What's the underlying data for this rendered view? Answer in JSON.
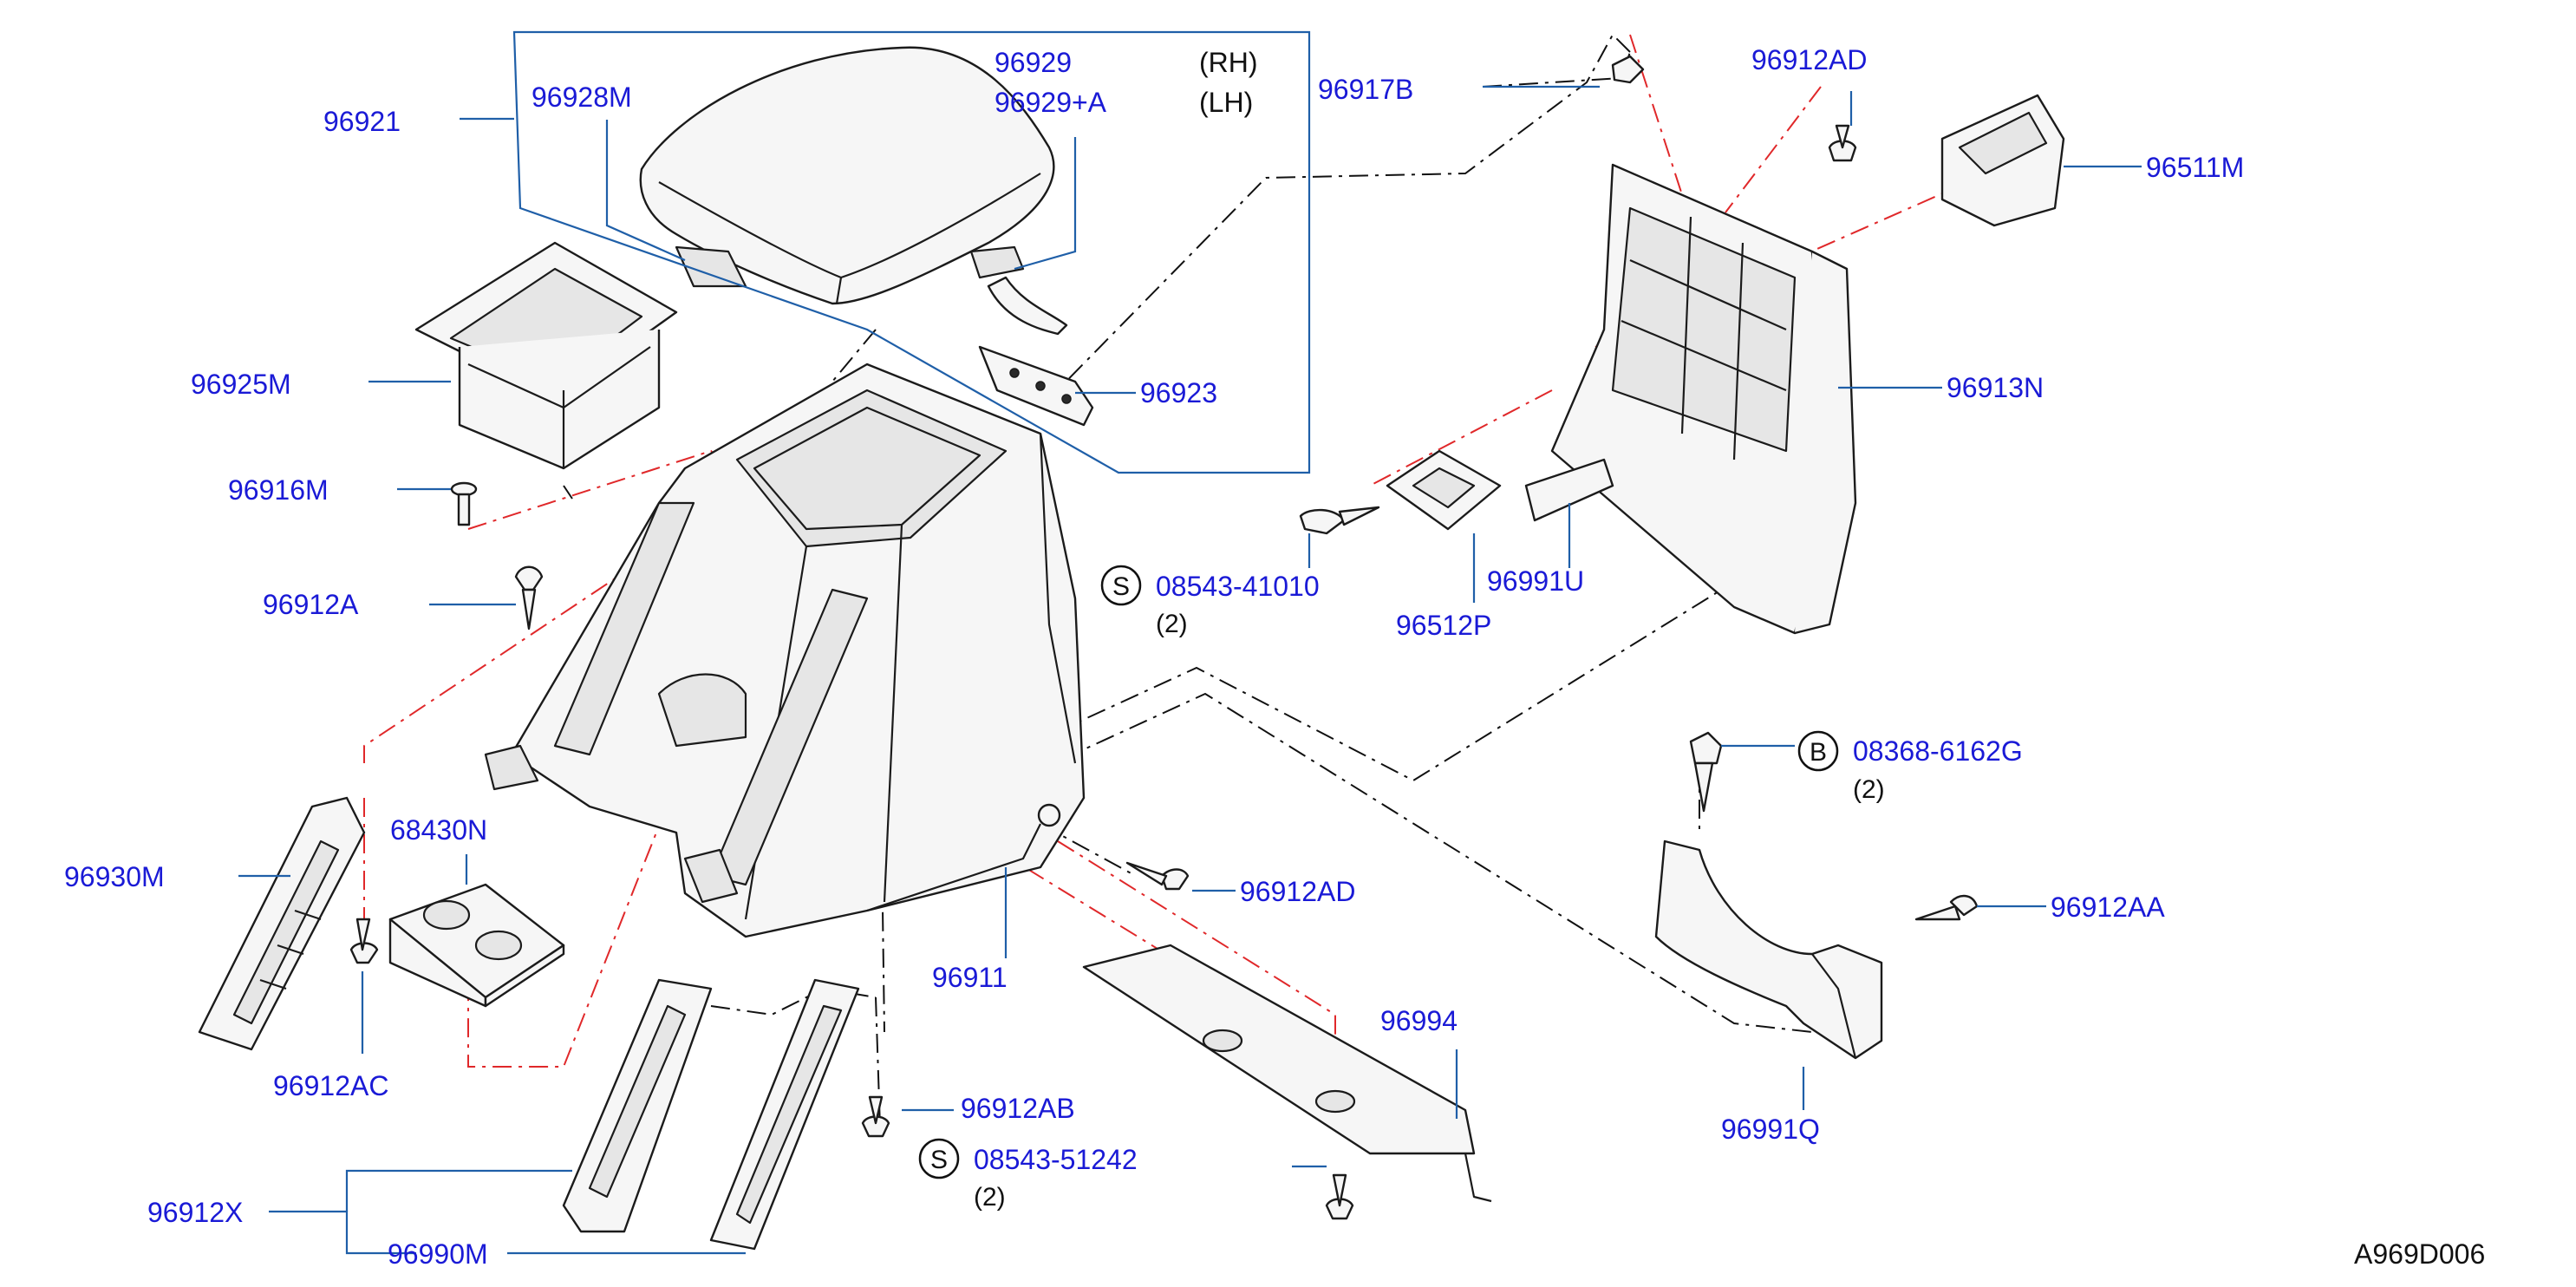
{
  "diagram": {
    "parts": {
      "p96921": "96921",
      "p96928M": "96928M",
      "p96929": "96929",
      "p96929A": "96929+A",
      "p96917B": "96917B",
      "p96912AD_top": "96912AD",
      "p96511M": "96511M",
      "p96925M": "96925M",
      "p96923": "96923",
      "p96913N": "96913N",
      "p96916M": "96916M",
      "p96912A": "96912A",
      "p96991U": "96991U",
      "p96512P": "96512P",
      "p96930M": "96930M",
      "p68430N": "68430N",
      "p96912AD_mid": "96912AD",
      "p96911": "96911",
      "p96912AA": "96912AA",
      "p96994": "96994",
      "p96912AC": "96912AC",
      "p96912AB": "96912AB",
      "p96991Q": "96991Q",
      "p96912X": "96912X",
      "p96990M": "96990M"
    },
    "sides": {
      "rh": "(RH)",
      "lh": "(LH)"
    },
    "fasteners": [
      {
        "badge": "S",
        "number": "08543-41010",
        "qty": "(2)"
      },
      {
        "badge": "B",
        "number": "08368-6162G",
        "qty": "(2)"
      },
      {
        "badge": "S",
        "number": "08543-51242",
        "qty": "(2)"
      }
    ],
    "reference": "A969D006"
  }
}
